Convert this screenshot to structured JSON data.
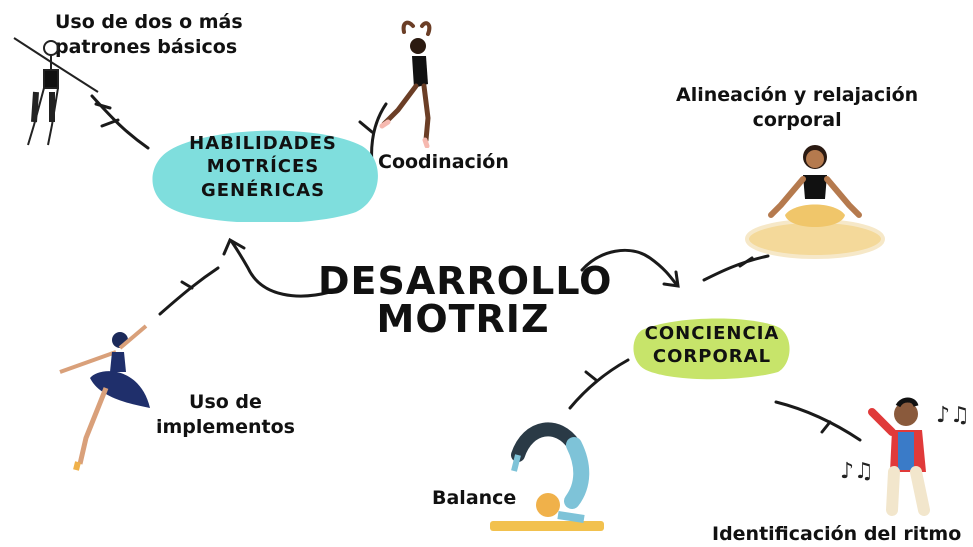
{
  "center": {
    "line1": "DESARROLLO",
    "line2": "MOTRIZ"
  },
  "nodes": {
    "habilidades": {
      "line1": "HABILIDADES",
      "line2": "MOTRÍCES",
      "line3": "GENÉRICAS"
    },
    "conciencia": {
      "line1": "CONCIENCIA",
      "line2": "CORPORAL"
    }
  },
  "labels": {
    "uso_patrones_1": "Uso de dos o más",
    "uso_patrones_2": "patrones básicos",
    "coordinacion": "Coodinación",
    "alineacion_1": "Alineación y relajación",
    "alineacion_2": "corporal",
    "uso_implementos_1": "Uso de",
    "uso_implementos_2": "implementos",
    "balance": "Balance",
    "ritmo": "Identificación del ritmo"
  },
  "colors": {
    "habilidades_blob": "#7fdedd",
    "conciencia_blob": "#c7e46a",
    "meditation_mat": "#f4d99a",
    "yoga_mat": "#f2c14e"
  },
  "icons": [
    "dancer-sketch",
    "ballerina-black",
    "meditating-woman",
    "ballerina-blue",
    "yoga-pose",
    "singing-man",
    "music-note"
  ]
}
